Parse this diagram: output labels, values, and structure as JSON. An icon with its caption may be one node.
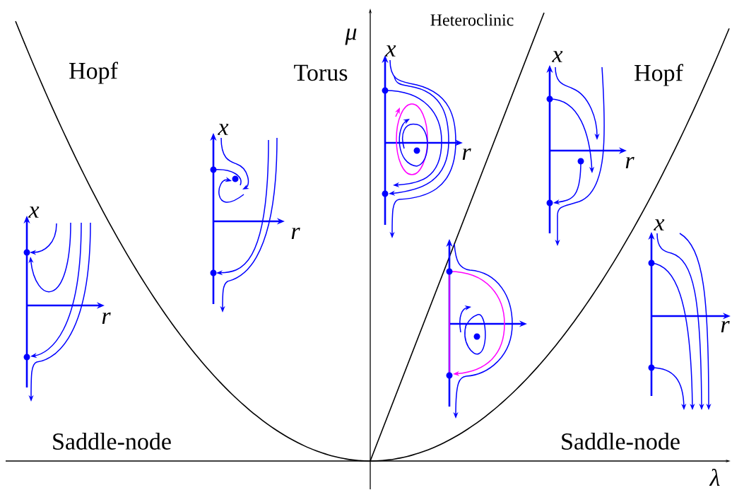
{
  "diagram": {
    "labels": [
      "Heteroclinic",
      "μ",
      "x",
      "Hopf",
      "Torus",
      "x",
      "Hopf",
      "x",
      "r",
      "r",
      "x",
      "r",
      "x",
      "r",
      "r",
      "Saddle-node",
      "Saddle-node",
      "λ"
    ]
  }
}
